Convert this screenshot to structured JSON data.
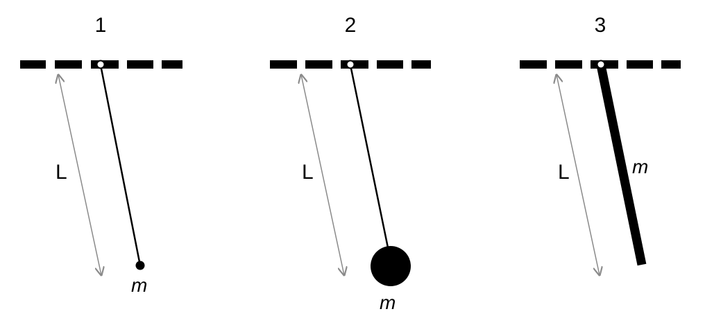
{
  "colors": {
    "ink": "#000000",
    "dimension_line": "#8a8a8a",
    "pivot_fill": "#ffffff",
    "background": "#ffffff"
  },
  "panels": [
    {
      "number": "1",
      "length_label": "L",
      "mass_label": "m",
      "pendulum_type": "point mass on string"
    },
    {
      "number": "2",
      "length_label": "L",
      "mass_label": "m",
      "pendulum_type": "large sphere on string"
    },
    {
      "number": "3",
      "length_label": "L",
      "mass_label": "m",
      "pendulum_type": "rigid rod"
    }
  ]
}
